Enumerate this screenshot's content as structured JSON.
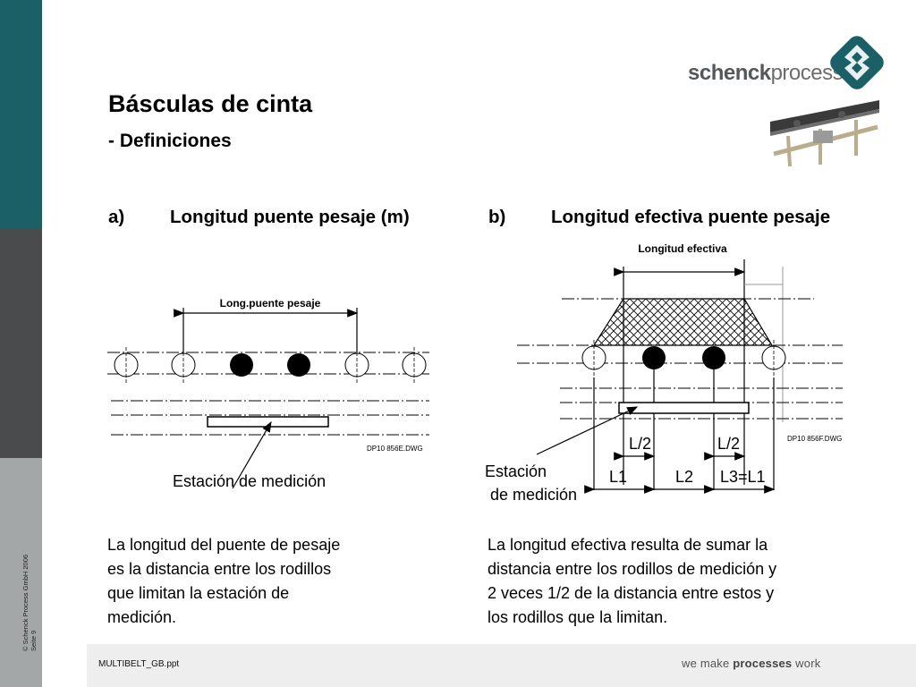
{
  "header": {
    "title": "Básculas de cinta",
    "subtitle": "- Definiciones",
    "logo": {
      "word1": "schenck",
      "word2": "process"
    }
  },
  "sections": [
    {
      "letter": "a)",
      "heading": "Longitud puente pesaje (m)",
      "diagram": {
        "dimension_label": "Long.puente pesaje",
        "drawing_ref": "DP10 856E.DWG",
        "station_label": "Estación de medición"
      },
      "description_lines": [
        "La longitud del puente de pesaje",
        "es la distancia entre los rodillos",
        "que limitan la estación de",
        "medición."
      ]
    },
    {
      "letter": "b)",
      "heading": "Longitud efectiva puente pesaje",
      "diagram": {
        "dimension_label": "Longitud efectiva",
        "drawing_ref": "DP10 856F.DWG",
        "station_label_lines": [
          "Estación",
          "de medición"
        ],
        "half_labels": [
          "L/2",
          "L/2"
        ],
        "span_labels": [
          "L1",
          "L2",
          "L3=L1"
        ]
      },
      "description_lines": [
        "La longitud efectiva resulta de sumar la",
        "distancia entre los rodillos de medición y",
        "2 veces 1/2 de la distancia entre estos y",
        "los rodillos que la limitan."
      ]
    }
  ],
  "footer": {
    "file": "MULTIBELT_GB.ppt",
    "slogan": {
      "part1": "we make ",
      "part2": "processes",
      "part3": " work"
    },
    "copyright_lines": [
      "© Schenck Process GmbH 2006",
      "Seite 9"
    ]
  },
  "colors": {
    "brand_teal": "#1b5f67",
    "sidebar_dark": "#4a4b4c",
    "sidebar_grey": "#a3a7a8"
  }
}
